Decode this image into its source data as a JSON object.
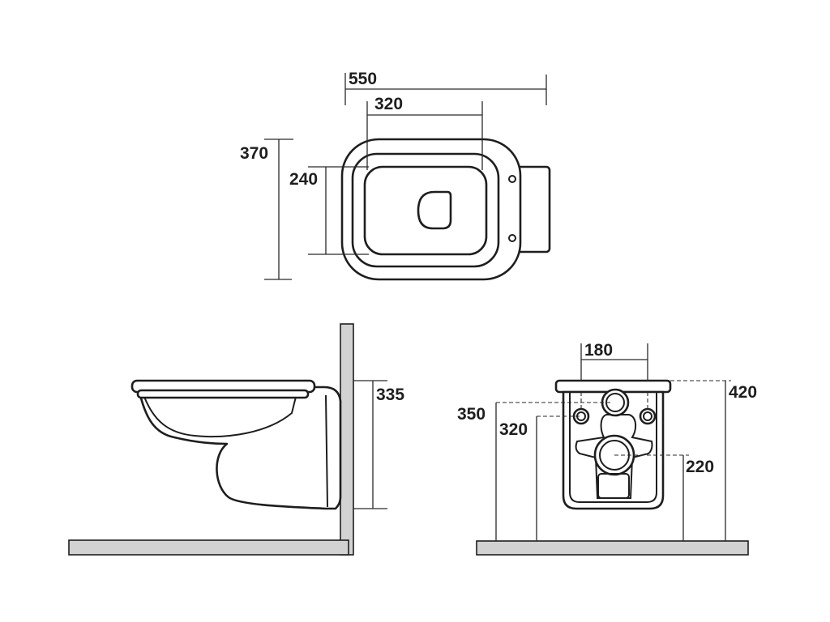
{
  "dimensions": {
    "top_view": {
      "overall_length": "550",
      "fixing_width": "320",
      "overall_width": "370",
      "bowl_width": "240"
    },
    "side_view": {
      "height": "335"
    },
    "back_view": {
      "fixing_spacing": "180",
      "overall_height": "420",
      "inlet_height": "350",
      "fixing_height": "320",
      "outlet_height": "220"
    }
  },
  "colors": {
    "line": "#1e1e1e",
    "wall_fill": "#d2d2d2",
    "background": "#ffffff"
  }
}
